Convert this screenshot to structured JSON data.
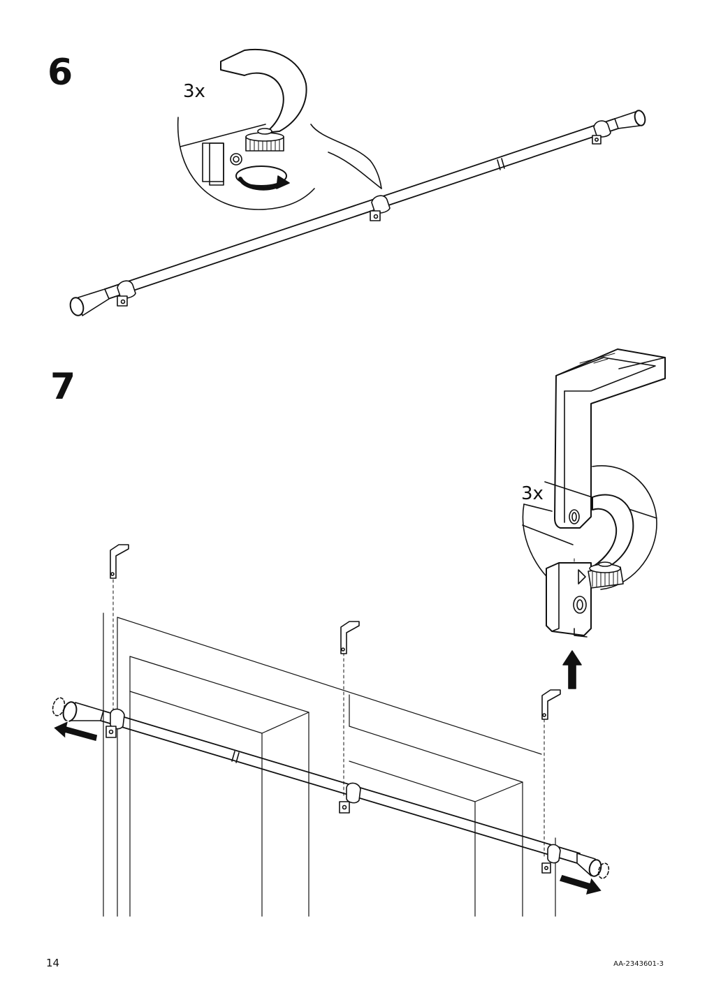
{
  "page": {
    "number": "14",
    "doc_code": "AA-2343601-3"
  },
  "steps": [
    {
      "number": "6",
      "quantity": "3x"
    },
    {
      "number": "7",
      "quantity": "3x"
    }
  ],
  "colors": {
    "ink": "#111111",
    "paper": "#ffffff"
  },
  "icons": [
    "rotate-arrow-icon",
    "arrow-left-icon",
    "arrow-right-icon",
    "arrow-up-icon"
  ]
}
